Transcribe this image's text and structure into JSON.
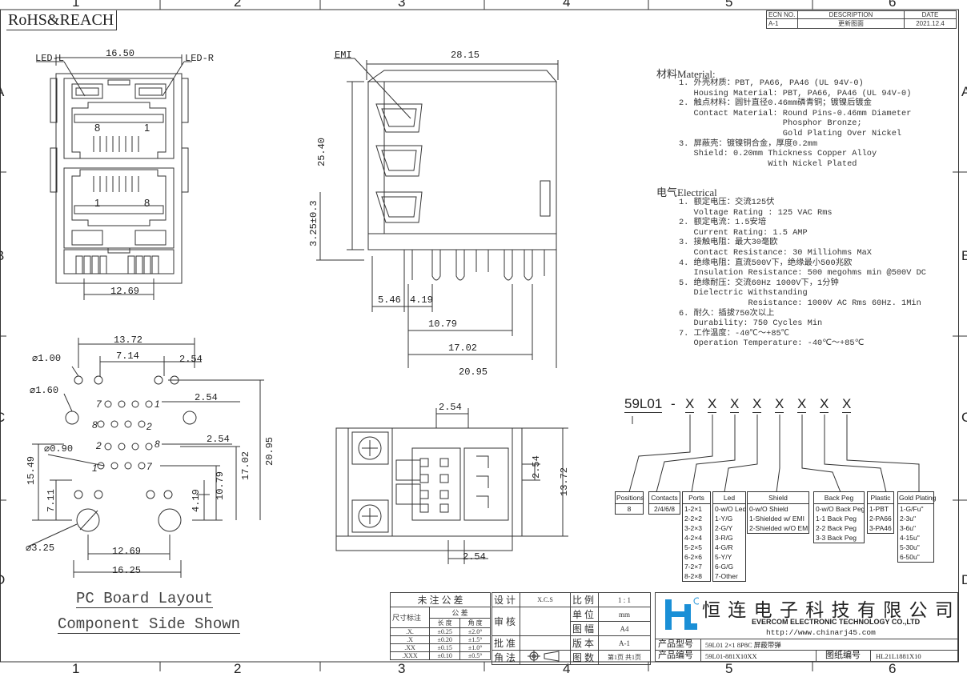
{
  "grid": {
    "top_numbers": [
      "1",
      "2",
      "3",
      "4",
      "5",
      "6"
    ],
    "side_letters": [
      "A",
      "B",
      "C",
      "D"
    ]
  },
  "compliance": "RoHS&REACH",
  "revision": {
    "headers": [
      "ECN NO.",
      "DESCRIPTION",
      "DATE"
    ],
    "row": [
      "A-1",
      "更新图面",
      "2021.12.4"
    ]
  },
  "front_view": {
    "led_left": "LED-L",
    "led_right": "LED-R",
    "width": "16.50",
    "height": "",
    "pin_top_right": "1",
    "pin_top_left": "8",
    "pin_bot_left": "1",
    "pin_bot_right": "8",
    "pitch": "12.69"
  },
  "side_view": {
    "emi": "EMI",
    "length": "28.15",
    "height": "25.40",
    "standoff": "3.25±0.3",
    "d1": "5.46",
    "d2": "4.19",
    "d3": "10.79",
    "d4": "17.02",
    "d5": "20.95"
  },
  "pcb_layout": {
    "w1": "13.72",
    "w2": "7.14",
    "p1": "2.54",
    "p2": "2.54",
    "p3": "2.54",
    "hole1": "⌀1.00",
    "hole2": "⌀1.60",
    "hole3": "⌀0.90",
    "hole4": "⌀3.25",
    "h1": "15.49",
    "h2": "7.11",
    "h3": "10.79",
    "h4": "17.02",
    "h5": "20.95",
    "h6": "4.19",
    "b1": "12.69",
    "b2": "16.25",
    "pin7": "7",
    "pin1a": "1",
    "pin8a": "8",
    "pin2": "2",
    "pin2b": "2",
    "pin8b": "8",
    "pin1b": "1",
    "pin7b": "7",
    "caption1": "PC Board Layout",
    "caption2": "Component Side Shown"
  },
  "bottom_view": {
    "top": "2.54",
    "right": "2.54",
    "height": "13.72",
    "bottom": "2.54"
  },
  "material": {
    "heading": "材料Material:",
    "lines": [
      "1. 外壳材质：PBT, PA66, PA46 (UL 94V-0)",
      "   Housing Material: PBT, PA66, PA46 (UL 94V-0)",
      "2. 触点材料：圆针直径0.46mm磷青铜；镀镍后镀金",
      "   Contact Material: Round Pins-0.46mm Diameter",
      "                     Phosphor Bronze;",
      "                     Gold Plating Over Nickel",
      "3. 屏蔽壳：镀镍铜合金，厚度0.2mm",
      "   Shield: 0.20mm Thickness Copper Alloy",
      "                  With Nickel Plated"
    ]
  },
  "electrical": {
    "heading": "电气Electrical",
    "lines": [
      "1. 额定电压：交流125伏",
      "   Voltage Rating : 125 VAC Rms",
      "2. 额定电流：1.5安培",
      "   Current Rating: 1.5 AMP",
      "3. 接触电阻：最大30毫欧",
      "   Contact Resistance: 30 Milliohms MaX",
      "4. 绝缘电阻：直流500V下，绝缘最小500兆欧",
      "   Insulation Resistance: 500 megohms min @500V DC",
      "5. 绝缘耐压：交流60Hz 1000V下，1分钟",
      "   Dielectric Withstanding",
      "              Resistance: 1000V AC Rms 60Hz. 1Min",
      "6. 耐久：插拔750次以上",
      "   Durability: 750 Cycles Min",
      "7. 工作温度：-40℃～+85℃",
      "   Operation Temperature: -40℃～+85℃"
    ]
  },
  "part_number": {
    "prefix": "59L01",
    "dash": "-",
    "slots": [
      "X",
      "X",
      "X",
      "X",
      "X",
      "X",
      "X",
      "X"
    ]
  },
  "options": [
    {
      "title": "Positions",
      "body": [
        "8"
      ]
    },
    {
      "title": "Contacts",
      "body": [
        "2/4/6/8"
      ]
    },
    {
      "title": "Ports",
      "body": [
        "1-2×1",
        "2-2×2",
        "3-2×3",
        "4-2×4",
        "5-2×5",
        "6-2×6",
        "7-2×7",
        "8-2×8"
      ]
    },
    {
      "title": "Led",
      "body": [
        "0-w/O Led",
        "1-Y/G",
        "2-G/Y",
        "3-R/G",
        "4-G/R",
        "5-Y/Y",
        "6-G/G",
        "7-Other"
      ]
    },
    {
      "title": "Shield",
      "body": [
        "0-w/O Shield",
        "1-Shielded w/ EMI",
        "2-Shielded w/O EMI"
      ]
    },
    {
      "title": "Back Peg",
      "body": [
        "0-w/O Back Peg",
        "1-1 Back Peg",
        "2-2 Back Peg",
        "3-3 Back Peg"
      ]
    },
    {
      "title": "Plastic",
      "body": [
        "1-PBT",
        "2-PA66",
        "3-PA46"
      ]
    },
    {
      "title": "Gold Plating",
      "body": [
        "1-G/Fu\"",
        "2-3u\"",
        "3-6u\"",
        "4-15u\"",
        "5-30u\"",
        "6-50u\""
      ]
    }
  ],
  "tolerance": {
    "title": "未 注 公 差",
    "col_head": "尺寸标注",
    "sub": "公 差",
    "c1": "长 度",
    "c2": "角 度",
    "rows": [
      [
        ".X.",
        "±0.25",
        "±2.0°"
      ],
      [
        ".X",
        "±0.20",
        "±1.5°"
      ],
      [
        ".XX",
        "±0.15",
        "±1.0°"
      ],
      [
        ".XXX",
        "±0.10",
        "±0.5°"
      ]
    ]
  },
  "approval": {
    "design": "设 计",
    "designer": "X.C.S",
    "review": "审 核",
    "approve": "批 准",
    "angle": "角 法",
    "scale_l": "比 例",
    "scale_v": "1 : 1",
    "unit_l": "单 位",
    "unit_v": "mm",
    "size_l": "图 幅",
    "size_v": "A4",
    "ver_l": "版 本",
    "ver_v": "A-1",
    "pages_l": "图 数",
    "pages_v": "第1页 共1页"
  },
  "company": {
    "cn": "恒 连 电 子 科 技 有 限 公 司",
    "en": "EVERCOM ELECTRONIC TECHNOLOGY CO.,LTD",
    "url": "http://www.chinarj45.com",
    "model_l": "产品型号",
    "model_v": "59L01 2×1 8P8C 屏蔽带弹",
    "code_l": "产品编号",
    "code_v": "59L01-881X10XX",
    "dwg_l": "图纸编号",
    "dwg_v": "HL21L1881X10"
  }
}
